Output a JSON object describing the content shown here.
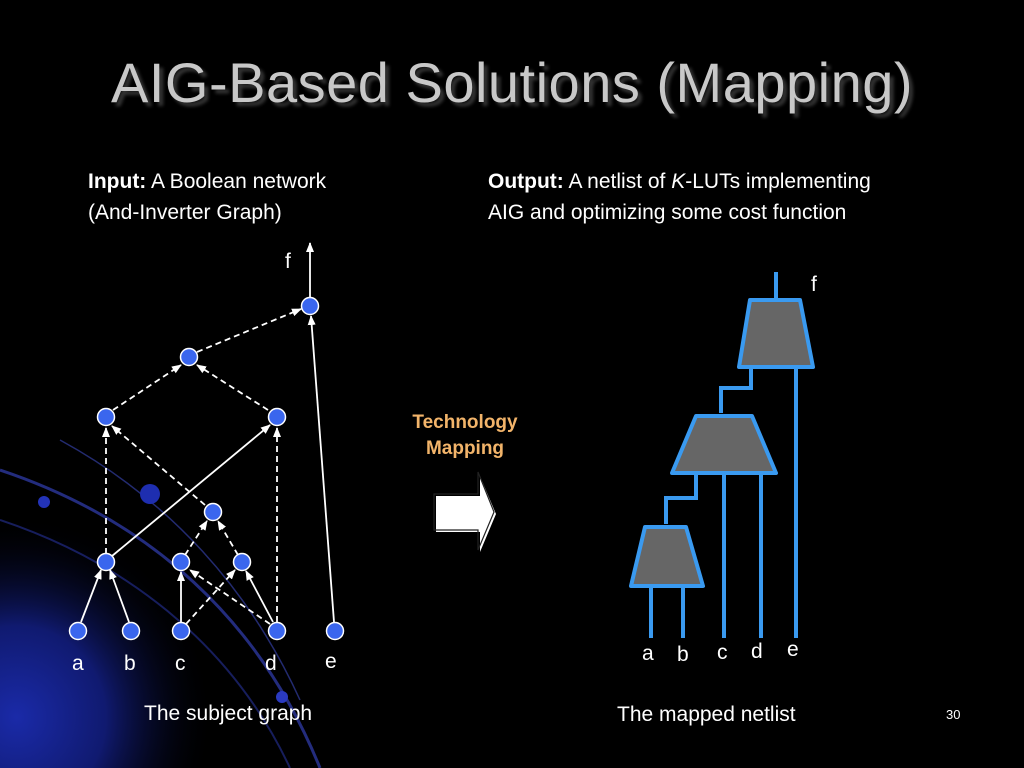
{
  "title": "AIG-Based Solutions (Mapping)",
  "input": {
    "label": "Input:",
    "line1": "A Boolean network",
    "line2": "(And-Inverter Graph)"
  },
  "output": {
    "label": "Output:",
    "line1_pre": "A netlist of ",
    "line1_k": "K",
    "line1_post": "-LUTs implementing",
    "line2": "AIG and optimizing some cost function"
  },
  "left_graph": {
    "output_label": "f",
    "inputs": [
      "a",
      "b",
      "c",
      "d",
      "e"
    ],
    "caption": "The subject graph"
  },
  "arrow": {
    "line1": "Technology",
    "line2": "Mapping"
  },
  "right_netlist": {
    "output_label": "f",
    "inputs": [
      "a",
      "b",
      "c",
      "d",
      "e"
    ],
    "caption": "The mapped netlist"
  },
  "page_number": "30"
}
